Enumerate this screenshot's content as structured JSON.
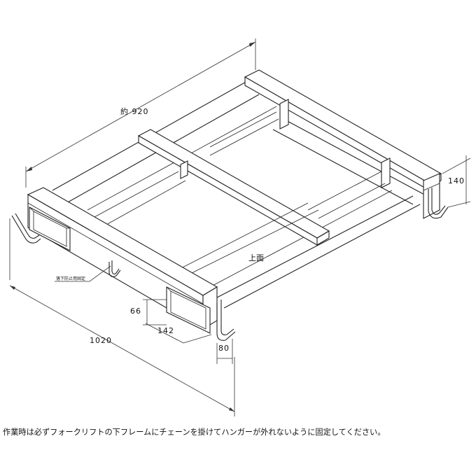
{
  "dimensions": {
    "approx_width": "約 920",
    "length": "1020",
    "hook_height": "140",
    "channel_height": "66",
    "channel_width": "142",
    "hook_offset": "80"
  },
  "labels": {
    "top_face": "上面",
    "drop_prevention_hook": "落下防止用固定"
  },
  "note": "作業時は必ずフォークリフトの下フレームにチェーンを掛けてハンガーが外れないように固定してください。"
}
